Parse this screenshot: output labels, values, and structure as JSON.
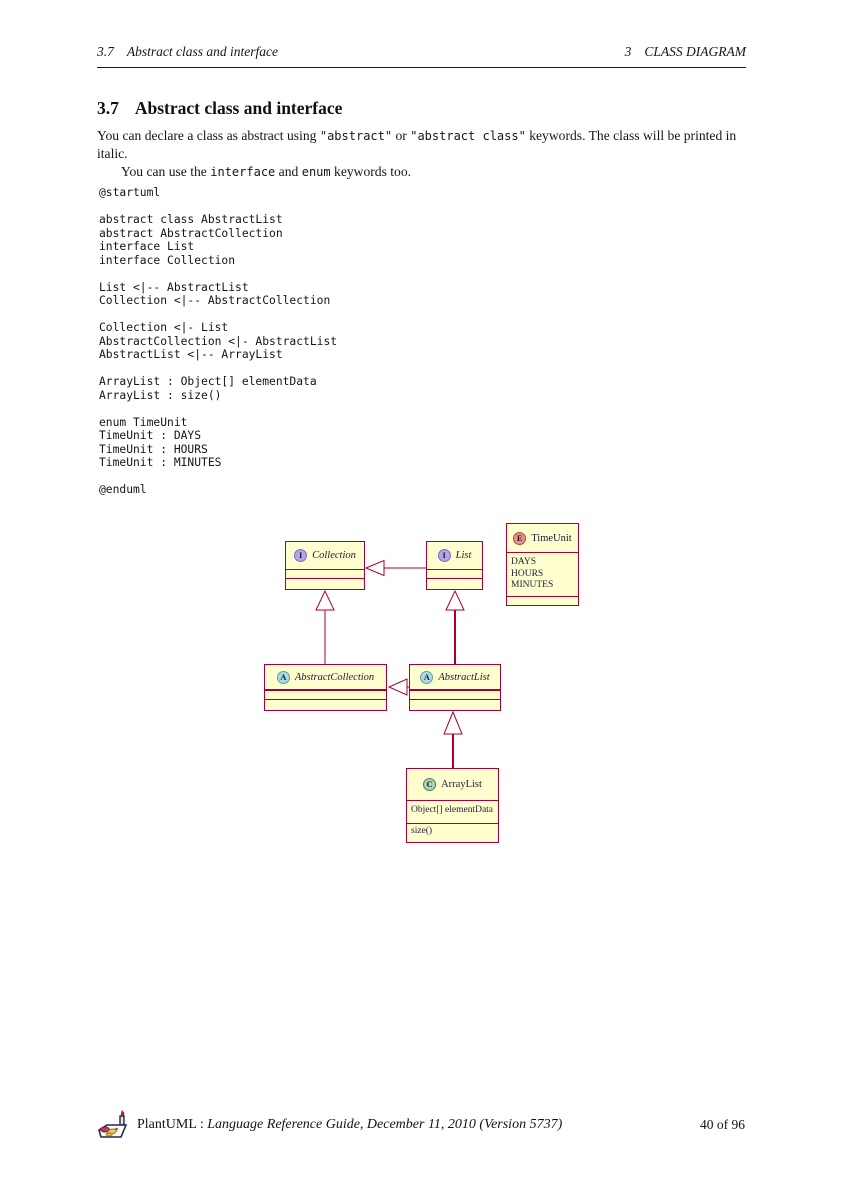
{
  "page": {
    "header": {
      "left_number": "3.7",
      "left_title": "Abstract class and interface",
      "right_number": "3",
      "right_title": "CLASS DIAGRAM"
    },
    "section": {
      "number": "3.7",
      "title": "Abstract class and interface"
    },
    "intro": {
      "p1_r0": "You can declare a class as abstract using ",
      "p1_r1": "\"abstract\"",
      "p1_r2": " or ",
      "p1_r3": "\"abstract class\"",
      "p1_r4": " keywords. The class will be printed in italic.",
      "p2_r0": "You can use the ",
      "p2_r1": "interface",
      "p2_r2": " and ",
      "p2_r3": "enum",
      "p2_r4": " keywords too."
    },
    "code_lines": [
      "@startuml",
      "",
      "abstract class AbstractList",
      "abstract AbstractCollection",
      "interface List",
      "interface Collection",
      "",
      "List <|-- AbstractList",
      "Collection <|-- AbstractCollection",
      "",
      "Collection <|- List",
      "AbstractCollection <|- AbstractList",
      "AbstractList <|-- ArrayList",
      "",
      "ArrayList : Object[] elementData",
      "ArrayList : size()",
      "",
      "enum TimeUnit",
      "TimeUnit : DAYS",
      "TimeUnit : HOURS",
      "TimeUnit : MINUTES",
      "",
      "@enduml"
    ],
    "footer": {
      "brand": "PlantUML",
      "separator": " : ",
      "doc_title": "Language Reference Guide, December 11, 2010 (Version 5737)",
      "page_number": "40 of 96"
    }
  },
  "diagram": {
    "classes": {
      "collection": {
        "icon_letter": "I",
        "stereotype": "interface",
        "name": "Collection"
      },
      "list": {
        "icon_letter": "I",
        "stereotype": "interface",
        "name": "List"
      },
      "timeunit": {
        "icon_letter": "E",
        "stereotype": "enum",
        "name": "TimeUnit",
        "fields": [
          "DAYS",
          "HOURS",
          "MINUTES"
        ]
      },
      "abstract_collection": {
        "icon_letter": "A",
        "stereotype": "abstract",
        "name": "AbstractCollection"
      },
      "abstract_list": {
        "icon_letter": "A",
        "stereotype": "abstract",
        "name": "AbstractList"
      },
      "arraylist": {
        "icon_letter": "C",
        "stereotype": "class",
        "name": "ArrayList",
        "fields": [
          "Object[] elementData"
        ],
        "methods": [
          "size()"
        ]
      }
    },
    "edges": [
      {
        "from": "List",
        "to": "Collection",
        "type": "inheritance"
      },
      {
        "from": "AbstractCollection",
        "to": "Collection",
        "type": "inheritance"
      },
      {
        "from": "AbstractList",
        "to": "List",
        "type": "inheritance"
      },
      {
        "from": "AbstractList",
        "to": "AbstractCollection",
        "type": "inheritance"
      },
      {
        "from": "ArrayList",
        "to": "AbstractList",
        "type": "inheritance"
      }
    ],
    "colors": {
      "box_fill": "#fefece",
      "box_border": "#a80036",
      "interface_icon": "#b4a7e5",
      "abstract_icon": "#a9dcdf",
      "class_icon": "#add1b2",
      "enum_icon": "#eb937f"
    }
  }
}
